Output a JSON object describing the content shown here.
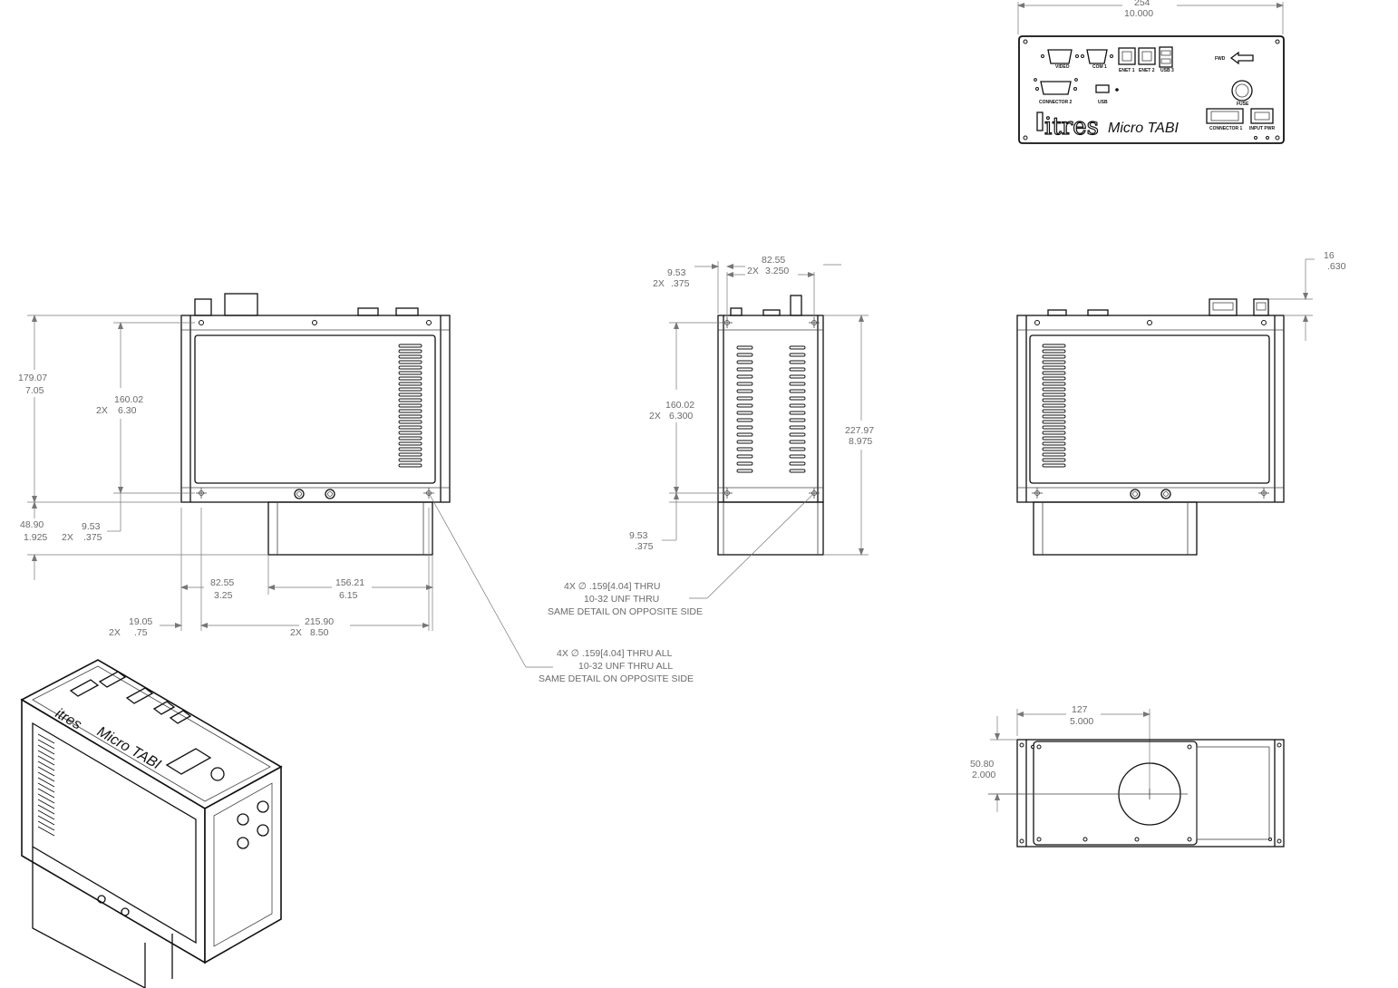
{
  "panel": {
    "width_mm": "254",
    "width_in": "10.000",
    "brand": "Micro TABI",
    "logo": "itres",
    "labels": {
      "video": "VIDEO",
      "com1": "COM 1",
      "enet1": "ENET 1",
      "enet2": "ENET 2",
      "usb3": "USB 3",
      "fwd": "FWD",
      "connector2": "CONNECTOR 2",
      "usb": "USB",
      "fuse": "FUSE",
      "connector1": "CONNECTOR 1",
      "input_pwr": "INPUT PWR"
    }
  },
  "front": {
    "height_mm": "179.07",
    "height_in": "7.05",
    "hole_span_mm": "160.02",
    "hole_span_in": "6.30",
    "hole_count": "2X",
    "base_mm": "48.90",
    "base_in": "1.925",
    "edge_mm": "9.53",
    "edge_in": ".375",
    "edge_count": "2X",
    "foot_mm": "82.55",
    "foot_in": "3.25",
    "foot_w_mm": "156.21",
    "foot_w_in": "6.15",
    "side_mm": "19.05",
    "side_in": ".75",
    "side_count": "2X",
    "holes_mm": "215.90",
    "holes_in": "8.50",
    "holes_count": "2X",
    "note": [
      "4X ∅ .159[4.04] THRU ALL",
      "10-32 UNF  THRU ALL",
      "SAME DETAIL ON OPPOSITE SIDE"
    ]
  },
  "side": {
    "edge_mm": "9.53",
    "edge_in": ".375",
    "edge_count": "2X",
    "top_mm": "82.55",
    "top_in": "3.250",
    "top_count": "2X",
    "span_mm": "160.02",
    "span_in": "6.300",
    "span_count": "2X",
    "total_mm": "227.97",
    "total_in": "8.975",
    "bottom_mm": "9.53",
    "bottom_in": ".375",
    "note": [
      "4X ∅ .159[4.04] THRU",
      "10-32 UNF  THRU",
      "SAME DETAIL ON OPPOSITE SIDE"
    ]
  },
  "rear": {
    "conn_mm": "16",
    "conn_in": ".630"
  },
  "bottom": {
    "center_mm": "127",
    "center_in": "5.000",
    "offset_mm": "50.80",
    "offset_in": "2.000"
  }
}
